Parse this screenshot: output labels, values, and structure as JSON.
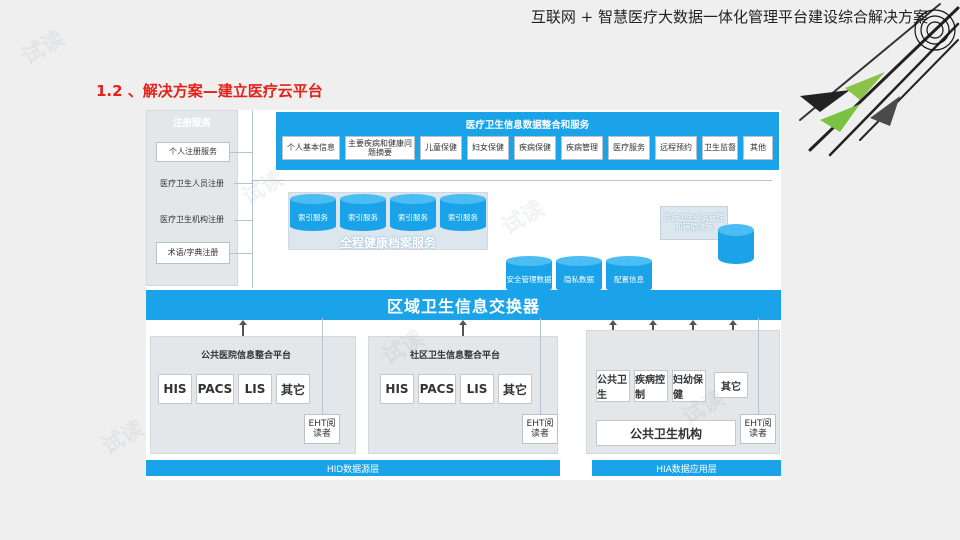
{
  "header": {
    "title": "互联网 + 智慧医疗大数据一体化管理平台建设综合解决方案"
  },
  "section_title": "1.2 、解决方案—建立医疗云平台",
  "watermark": "试读",
  "registration": {
    "title": "注册服务",
    "items": [
      "个人注册服务",
      "医疗卫生人员注册",
      "医疗卫生机构注册",
      "术语/字典注册"
    ]
  },
  "integration": {
    "title": "医疗卫生信息数据整合和服务",
    "items": [
      "个人基本信息",
      "主要疾病和健康问题摘要",
      "儿童保健",
      "妇女保健",
      "疾病保健",
      "疾病管理",
      "医疗服务",
      "远程预约",
      "卫生监督",
      "其他"
    ]
  },
  "index_services": [
    "索引服务",
    "索引服务",
    "索引服务",
    "索引服务"
  ],
  "health_record_label": "全程健康档案服务",
  "decision_label": "医疗卫生业务管理和辅助决策",
  "data_stores": [
    "安全管理数据",
    "隐私数据",
    "配置信息"
  ],
  "exchanger_label": "区域卫生信息交换器",
  "platforms": [
    {
      "title": "公共医院信息整合平台",
      "systems": [
        "HIS",
        "PACS",
        "LIS",
        "其它"
      ],
      "eht": "EHT阅读者"
    },
    {
      "title": "社区卫生信息整合平台",
      "systems": [
        "HIS",
        "PACS",
        "LIS",
        "其它"
      ],
      "eht": "EHT阅读者"
    }
  ],
  "public_health": {
    "items": [
      "公共卫生",
      "疾病控制",
      "妇幼保健",
      "其它"
    ],
    "org": "公共卫生机构",
    "eht": "EHT阅读者"
  },
  "bottom_bars": [
    "HID数据源层",
    "HIA数据应用层"
  ],
  "colors": {
    "accent": "#1aa3e8",
    "title_red": "#e2231a",
    "panel": "#e4e7ea"
  }
}
